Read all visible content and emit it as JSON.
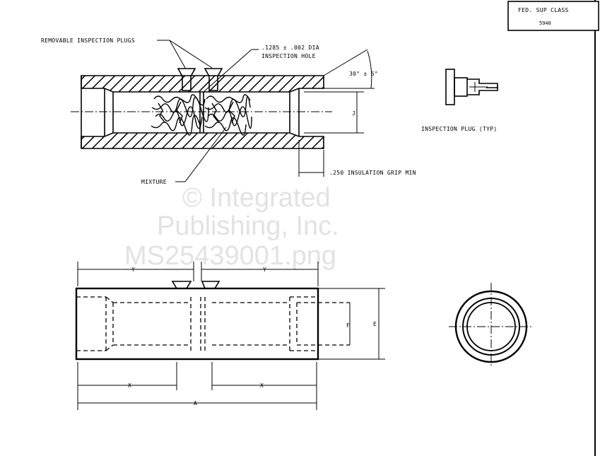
{
  "title_block": {
    "line1": "FED. SUP CLASS",
    "line2": "5940"
  },
  "labels": {
    "removable_plugs": "REMOVABLE INSPECTION PLUGS",
    "hole_spec_1": ".1285 ± .002 DIA",
    "hole_spec_2": "INSPECTION HOLE",
    "angle": "30° ± 5°",
    "dim_j": "J",
    "inspection_plug": "INSPECTION PLUG (TYP)",
    "mixture": "MIXTURE",
    "insulation_grip": ".250 INSULATION GRIP MIN",
    "dim_y_left": "Y",
    "dim_y_right": "Y",
    "dim_f": "F",
    "dim_e": "E",
    "dim_x_left": "X",
    "dim_x_right": "X",
    "dim_a": "A"
  },
  "watermark": {
    "line1": "© Integrated",
    "line2": "Publishing, Inc.",
    "line3": "MS25439001.png"
  }
}
